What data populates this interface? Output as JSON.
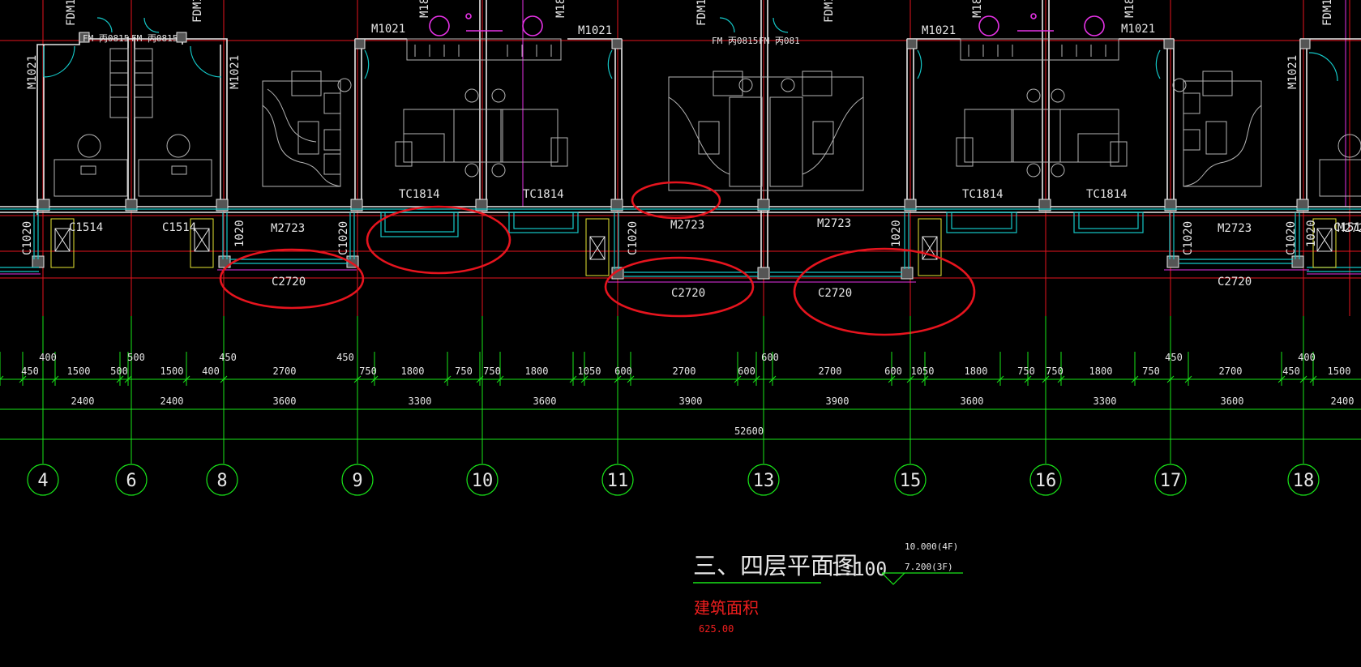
{
  "colors": {
    "background": "#000000",
    "grid_line": "#e6141e",
    "dimension": "#19e619",
    "wall": "#e6e6e6",
    "furniture": "#b4b4b4",
    "window": "#14c8c8",
    "fixture": "#e632e6",
    "markup": "#e6141e",
    "title_red": "#f01e1e",
    "elevation": "#19e619"
  },
  "rooms": {
    "door_labels": [
      "M1021",
      "M1021",
      "M1021",
      "M1021",
      "M1021",
      "M1021",
      "M1021"
    ],
    "door_label_partial": [
      "M18",
      "M18",
      "M18",
      "M18"
    ],
    "fdm_labels": [
      "FDM1",
      "FDM1",
      "FDM1",
      "FDM1",
      "FDM1"
    ],
    "fm_labels": [
      "FM 丙0815",
      "FM 丙0815",
      "FM 丙0815",
      "FM 丙081"
    ],
    "window_labels": [
      "C1514",
      "C1514",
      "C1514"
    ],
    "small_window_labels": [
      "C1020",
      "1020",
      "C1020",
      "C1020",
      "1020",
      "C1020",
      "C1020",
      "1020"
    ],
    "bay_window_labels": [
      "TC1814",
      "TC1814",
      "TC1814",
      "TC1814"
    ],
    "balcony_door_labels": [
      "M2723",
      "M2723",
      "M2723",
      "M2723",
      "M2723"
    ],
    "window_c2720_labels": [
      "C2720",
      "C2720",
      "C2720",
      "C2720"
    ]
  },
  "dimensions": {
    "row1": [
      "450",
      "1500",
      "500",
      "1500",
      "400",
      "2700",
      "750",
      "1800",
      "750",
      "750",
      "1800",
      "1050",
      "600",
      "2700",
      "600",
      "2700",
      "600",
      "1050",
      "1800",
      "750",
      "750",
      "1800",
      "750",
      "2700",
      "450",
      "1500"
    ],
    "row1_upper": [
      "400",
      "500",
      "450",
      "450",
      "600",
      "450",
      "400"
    ],
    "row2": [
      "2400",
      "2400",
      "3600",
      "3300",
      "3600",
      "3900",
      "3900",
      "3600",
      "3300",
      "3600",
      "2400"
    ],
    "total": "52600"
  },
  "axes": [
    "4",
    "6",
    "8",
    "9",
    "10",
    "11",
    "13",
    "15",
    "16",
    "17",
    "18"
  ],
  "title": {
    "main": "三、四层平面图",
    "scale": "1:100",
    "elev_upper": "10.000(4F)",
    "elev_lower": "7.200(3F)",
    "area_label": "建筑面积",
    "area_value": "625.00"
  }
}
